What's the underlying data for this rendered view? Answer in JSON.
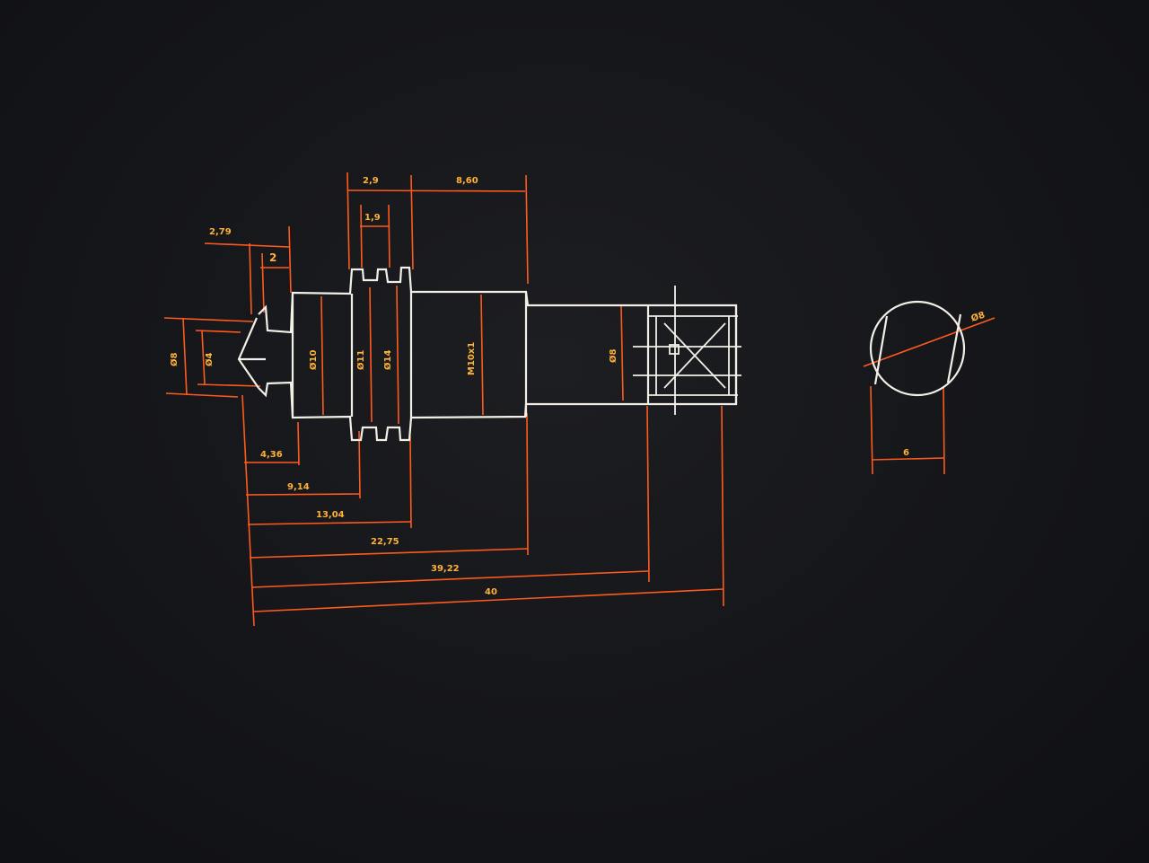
{
  "dimensions": {
    "d_279": "2,79",
    "d_2": "2",
    "d_29": "2,9",
    "d_19": "1,9",
    "d_860": "8,60",
    "d_436": "4,36",
    "d_914": "9,14",
    "d_1304": "13,04",
    "d_2275": "22,75",
    "d_3922": "39,22",
    "d_40": "40",
    "dia_8": "Ø8",
    "dia_4": "Ø4",
    "dia_10": "Ø10",
    "dia_11": "Ø11",
    "dia_14": "Ø14",
    "thread": "M10x1",
    "dia_small": "Ø8",
    "circle_dia": "Ø8",
    "circle_width": "6"
  },
  "colors": {
    "background": "#16171b",
    "geometry": "#f2f0e6",
    "dimension_lines": "#ff5a1e",
    "dimension_text": "#ffb13a"
  }
}
